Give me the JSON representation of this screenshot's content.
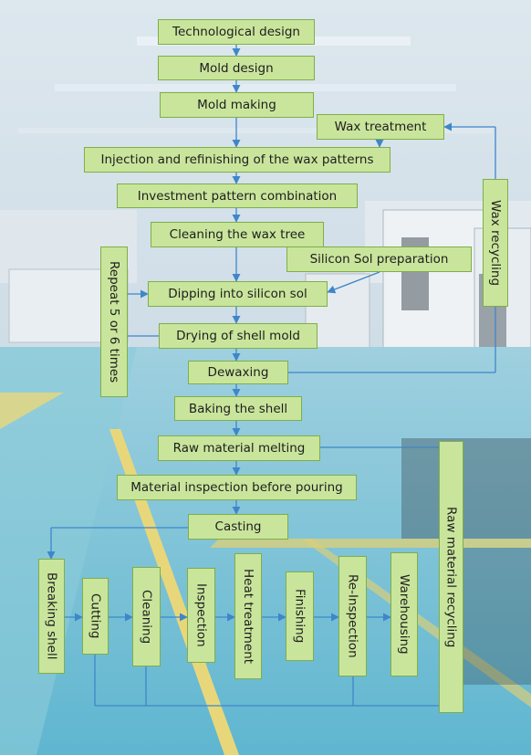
{
  "colors": {
    "box_fill": "#c9e59c",
    "box_border": "#7fae48",
    "arrow": "#3f86c9"
  },
  "main_flow": [
    "Technological design",
    "Mold design",
    "Mold making",
    "Injection and refinishing of the wax patterns",
    "Investment pattern combination",
    "Cleaning the wax tree",
    "Dipping into silicon sol",
    "Drying of shell mold",
    "Dewaxing",
    "Baking the shell",
    "Raw material melting",
    "Material inspection before pouring",
    "Casting"
  ],
  "side_boxes": {
    "wax_treatment": "Wax treatment",
    "silicon_sol_prep": "Silicon Sol preparation",
    "wax_recycling": "Wax recycling",
    "repeat": "Repeat 5 or 6 times",
    "raw_material_recycling": "Raw material recycling"
  },
  "final_steps": [
    "Breaking shell",
    "Cutting",
    "Cleaning",
    "Inspection",
    "Heat treatment",
    "Finishing",
    "Re-Inspection",
    "Warehousing"
  ]
}
